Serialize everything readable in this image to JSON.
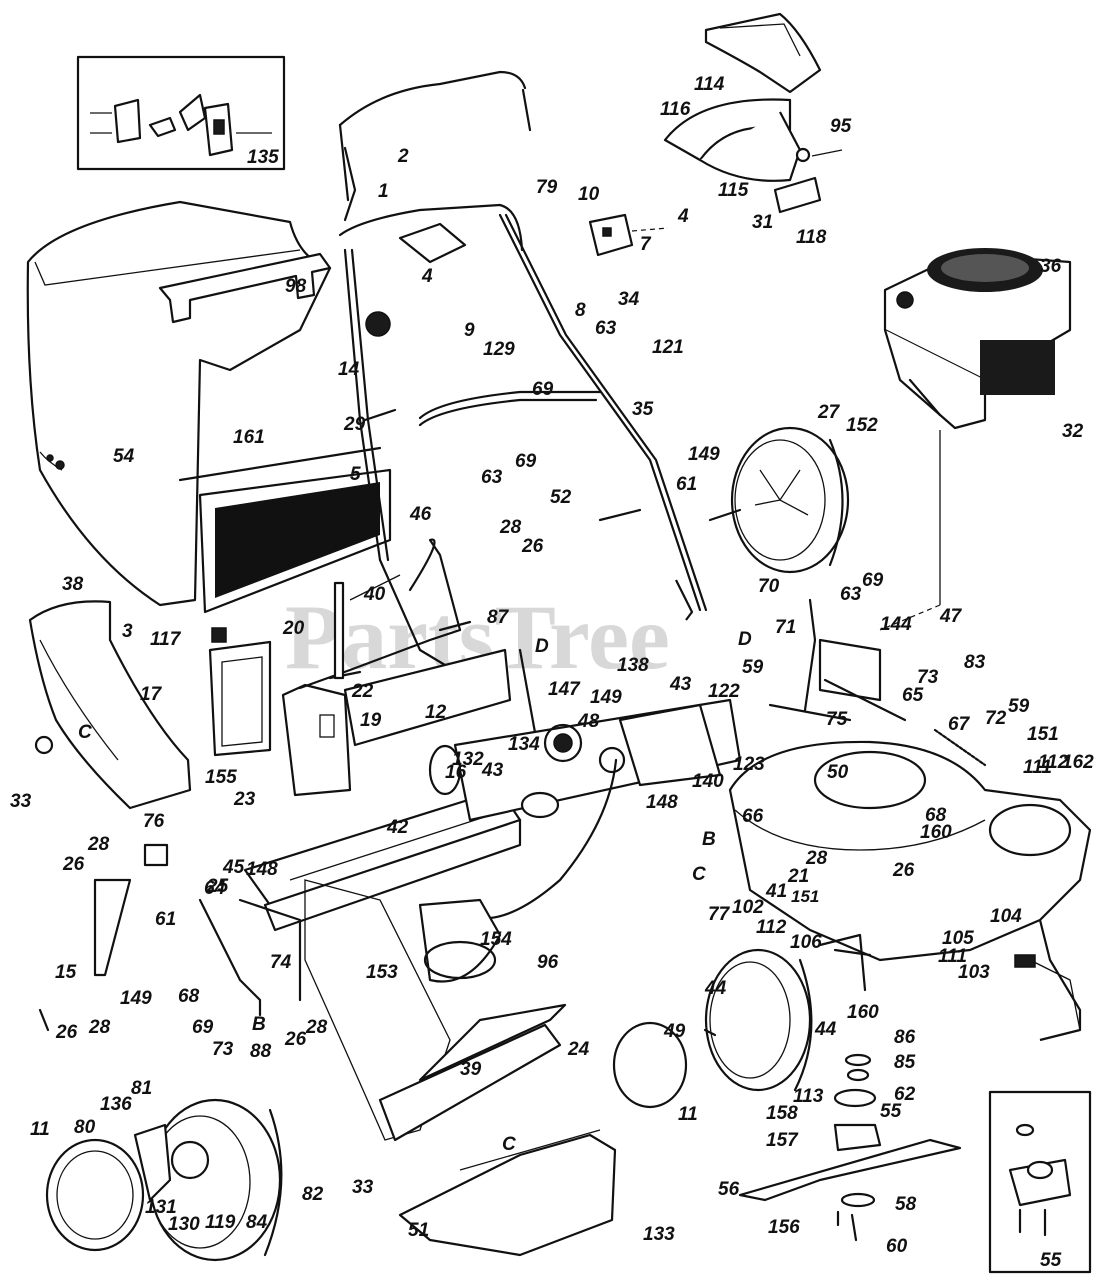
{
  "watermark": "PartsTree",
  "inset_top_label": "135",
  "inset_bottom_label": "55",
  "section_letters": {
    "d_upper": "D",
    "d_lower": "D",
    "c_left": "C",
    "c_bottom": "C",
    "c_deck": "C",
    "b_deck": "B",
    "b_lower": "B"
  },
  "part_numbers": {
    "p1": "1",
    "p2": "2",
    "p3": "3",
    "p4a": "4",
    "p4b": "4",
    "p5": "5",
    "p7": "7",
    "p8": "8",
    "p9": "9",
    "p10": "10",
    "p11a": "11",
    "p11b": "11",
    "p12": "12",
    "p14": "14",
    "p15": "15",
    "p16": "16",
    "p17": "17",
    "p19": "19",
    "p20": "20",
    "p21": "21",
    "p22": "22",
    "p23": "23",
    "p24": "24",
    "p25": "25",
    "p26a": "26",
    "p26b": "26",
    "p26c": "26",
    "p26d": "26",
    "p26e": "26",
    "p27": "27",
    "p28a": "28",
    "p28b": "28",
    "p28c": "28",
    "p28d": "28",
    "p28e": "28",
    "p29": "29",
    "p31": "31",
    "p32": "32",
    "p33a": "33",
    "p33b": "33",
    "p34": "34",
    "p35": "35",
    "p36": "36",
    "p38": "38",
    "p39": "39",
    "p40": "40",
    "p41": "41",
    "p42": "42",
    "p43a": "43",
    "p43b": "43",
    "p44a": "44",
    "p44b": "44",
    "p45": "45",
    "p46": "46",
    "p47": "47",
    "p48": "48",
    "p49": "49",
    "p50": "50",
    "p51": "51",
    "p52": "52",
    "p54": "54",
    "p55": "55",
    "p56": "56",
    "p58": "58",
    "p59a": "59",
    "p59b": "59",
    "p60": "60",
    "p61a": "61",
    "p61b": "61",
    "p62": "62",
    "p63a": "63",
    "p63b": "63",
    "p63c": "63",
    "p64": "64",
    "p65": "65",
    "p66": "66",
    "p67": "67",
    "p68a": "68",
    "p68b": "68",
    "p69a": "69",
    "p69b": "69",
    "p69c": "69",
    "p69d": "69",
    "p70": "70",
    "p71": "71",
    "p72": "72",
    "p73a": "73",
    "p73b": "73",
    "p74": "74",
    "p75": "75",
    "p76": "76",
    "p77": "77",
    "p79": "79",
    "p80": "80",
    "p81": "81",
    "p82": "82",
    "p83": "83",
    "p84": "84",
    "p85": "85",
    "p86": "86",
    "p87": "87",
    "p88": "88",
    "p95": "95",
    "p96": "96",
    "p98": "98",
    "p102": "102",
    "p103": "103",
    "p104": "104",
    "p105": "105",
    "p106": "106",
    "p111a": "111",
    "p111b": "111",
    "p112a": "112",
    "p112b": "112",
    "p113": "113",
    "p114": "114",
    "p115": "115",
    "p116": "116",
    "p117": "117",
    "p118": "118",
    "p119": "119",
    "p121": "121",
    "p122": "122",
    "p123": "123",
    "p129": "129",
    "p130": "130",
    "p131": "131",
    "p132": "132",
    "p133": "133",
    "p134": "134",
    "p136": "136",
    "p138": "138",
    "p140": "140",
    "p144": "144",
    "p147": "147",
    "p148a": "148",
    "p148b": "148",
    "p149a": "149",
    "p149b": "149",
    "p149c": "149",
    "p151a": "151",
    "p151b": "151",
    "p152": "152",
    "p153": "153",
    "p154": "154",
    "p155": "155",
    "p156": "156",
    "p157": "157",
    "p158": "158",
    "p160a": "160",
    "p160b": "160",
    "p161": "161",
    "p162": "162"
  },
  "colors": {
    "ink": "#111111",
    "paper": "#ffffff",
    "watermark": "#b9b9b9"
  }
}
